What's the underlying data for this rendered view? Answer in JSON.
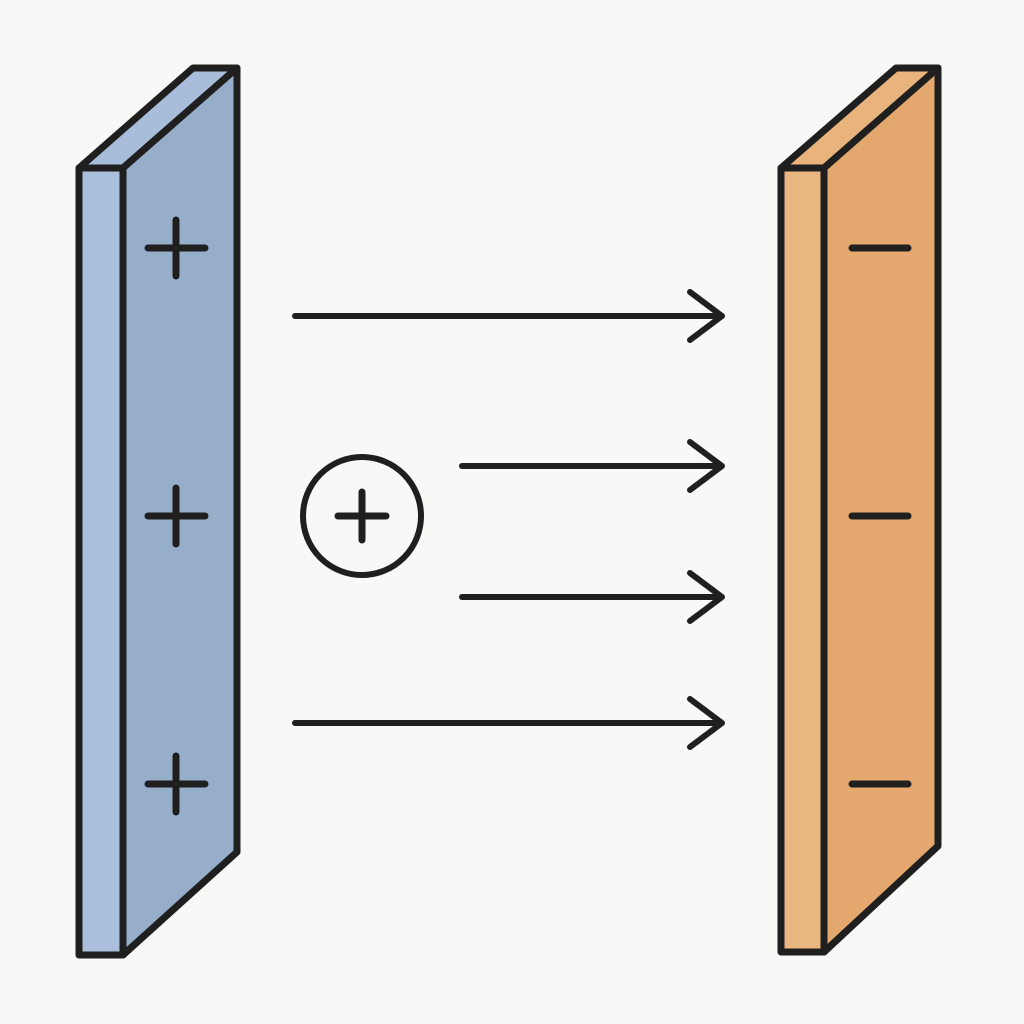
{
  "colors": {
    "background": "#f8f8f7",
    "positive_plate_front": "#97aecb",
    "positive_plate_side": "#a9bfdc",
    "positive_plate_top": "#a7bdd9",
    "negative_plate_front": "#e4a86e",
    "negative_plate_side": "#eab682",
    "negative_plate_top": "#e9b37e",
    "ink": "#1f1f1f"
  },
  "positive_plate": {
    "charge_sign_icon": "plus-sign",
    "charge_count": 3
  },
  "negative_plate": {
    "charge_sign_icon": "minus-sign",
    "charge_count": 3
  },
  "test_charge": {
    "icon": "circled-plus-icon"
  },
  "field_lines": {
    "direction": "left-to-right",
    "count": 4,
    "icon": "right-arrow-icon"
  }
}
